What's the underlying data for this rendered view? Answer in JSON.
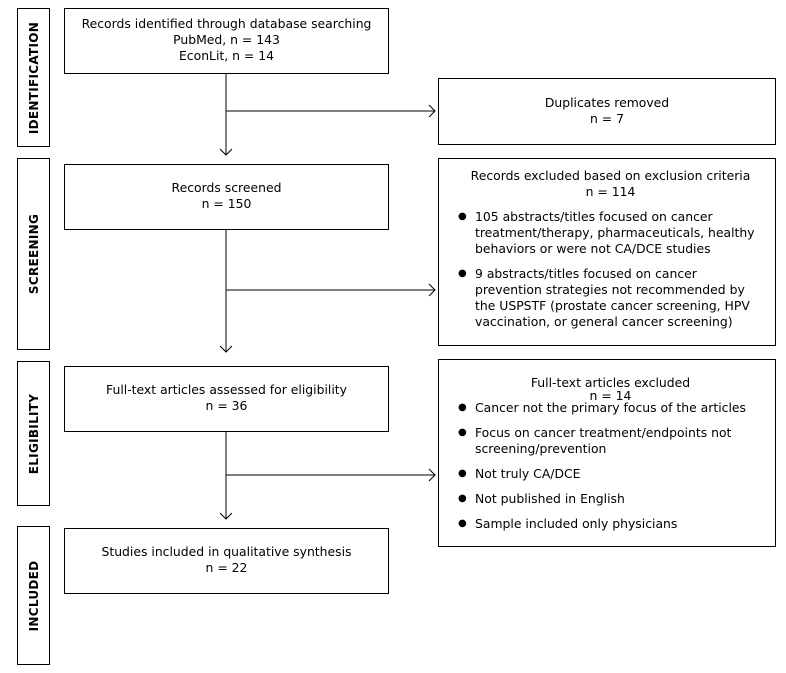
{
  "phases": {
    "identification": "IDENTIFICATION",
    "screening": "SCREENING",
    "eligibility": "ELIGIBILITY",
    "included": "INCLUDED"
  },
  "boxes": {
    "identified": {
      "title": "Records identified through database searching",
      "line2": "PubMed, n = 143",
      "line3": "EconLit, n = 14"
    },
    "duplicates": {
      "title": "Duplicates removed",
      "count": "n = 7"
    },
    "screened": {
      "title": "Records screened",
      "count": "n = 150"
    },
    "excluded_records": {
      "title": "Records excluded based on exclusion criteria",
      "count": "n = 114",
      "bullets": [
        "105 abstracts/titles focused on cancer treatment/therapy, pharmaceuticals, healthy behaviors or were not CA/DCE studies",
        "9 abstracts/titles focused on cancer prevention strategies not recommended by the USPSTF (prostate cancer screening, HPV vaccination, or general cancer screening)"
      ]
    },
    "fulltext": {
      "title": "Full-text articles assessed for eligibility",
      "count": "n = 36"
    },
    "fulltext_excluded": {
      "title": "Full-text articles excluded",
      "count": "n = 14",
      "bullets": [
        "Cancer not the primary focus of the articles",
        "Focus on cancer treatment/endpoints not screening/prevention",
        "Not truly CA/DCE",
        "Not published in English",
        "Sample included only physicians"
      ]
    },
    "included": {
      "title": "Studies included in qualitative synthesis",
      "count": "n = 22"
    }
  }
}
